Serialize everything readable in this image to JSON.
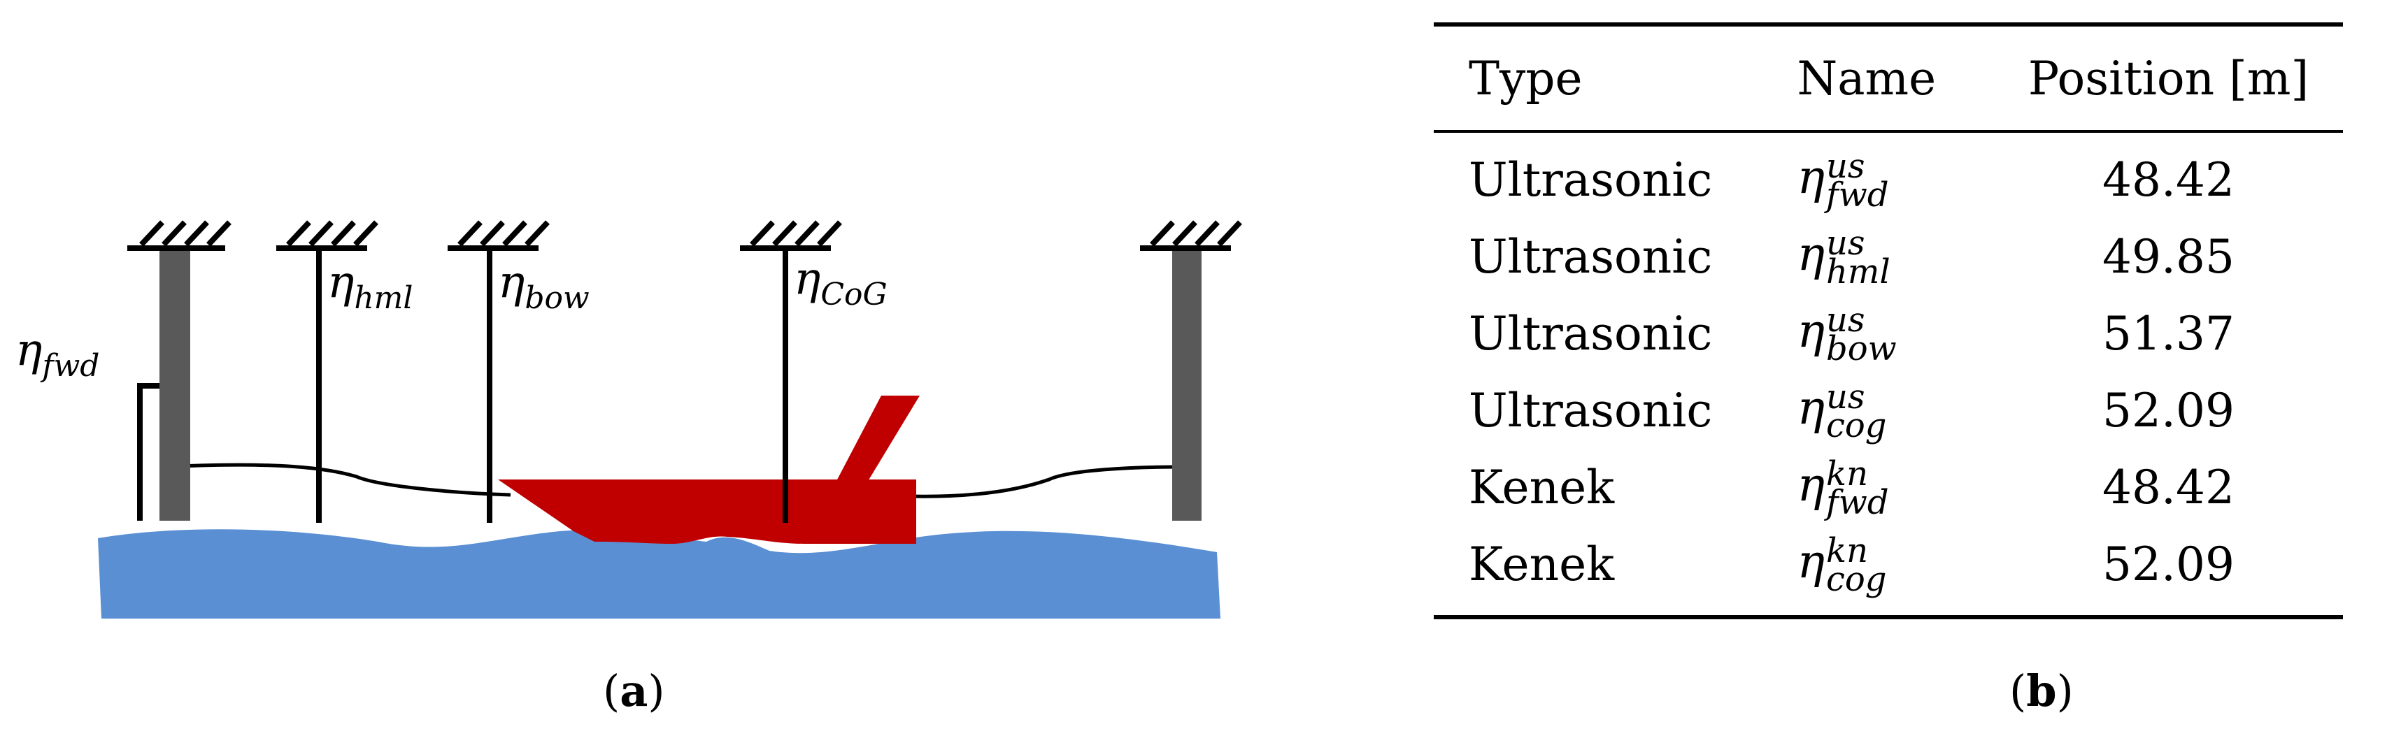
{
  "diagram": {
    "labels": {
      "fwd": {
        "base": "η",
        "sub": "fwd"
      },
      "hml": {
        "base": "η",
        "sub": "hml"
      },
      "bow": {
        "base": "η",
        "sub": "bow"
      },
      "cog": {
        "base": "η",
        "sub": "CoG"
      }
    },
    "colors": {
      "water": "#5a8fd4",
      "hull": "#c00000",
      "wall": "#595959",
      "line": "#000000"
    }
  },
  "table": {
    "headers": {
      "type": "Type",
      "name": "Name",
      "position": "Position [m]"
    },
    "rows": [
      {
        "type": "Ultrasonic",
        "name_base": "η",
        "name_sup": "us",
        "name_sub": "fwd",
        "position": "48.42"
      },
      {
        "type": "Ultrasonic",
        "name_base": "η",
        "name_sup": "us",
        "name_sub": "hml",
        "position": "49.85"
      },
      {
        "type": "Ultrasonic",
        "name_base": "η",
        "name_sup": "us",
        "name_sub": "bow",
        "position": "51.37"
      },
      {
        "type": "Ultrasonic",
        "name_base": "η",
        "name_sup": "us",
        "name_sub": "cog",
        "position": "52.09"
      },
      {
        "type": "Kenek",
        "name_base": "η",
        "name_sup": "kn",
        "name_sub": "fwd",
        "position": "48.42"
      },
      {
        "type": "Kenek",
        "name_base": "η",
        "name_sup": "kn",
        "name_sub": "cog",
        "position": "52.09"
      }
    ]
  },
  "captions": {
    "a": {
      "open": "(",
      "letter": "a",
      "close": ")"
    },
    "b": {
      "open": "(",
      "letter": "b",
      "close": ")"
    }
  }
}
